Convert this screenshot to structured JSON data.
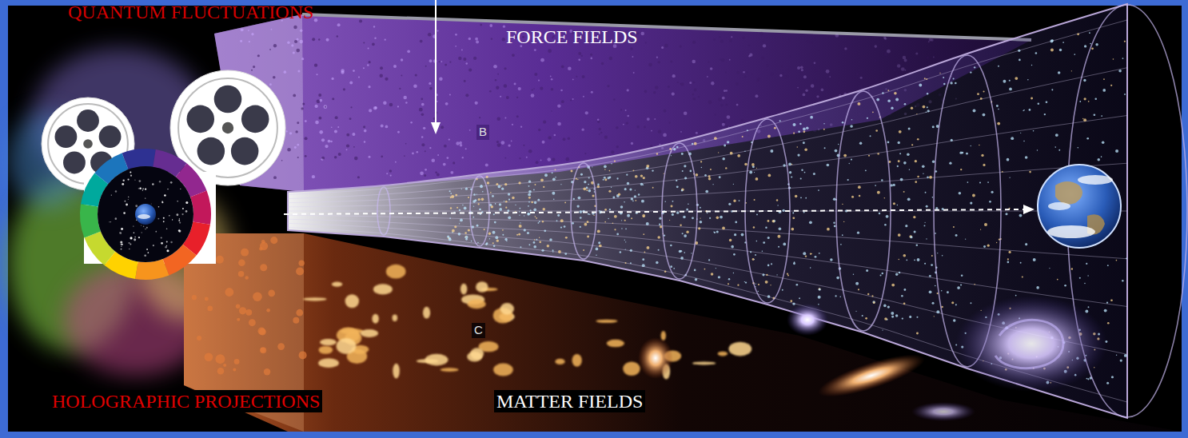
{
  "diagram": {
    "labels": [
      "QUANTUM FLUCTUATIONS",
      "FORCE FIELDS",
      "B",
      "C",
      "HOLOGRAPHIC PROJECTIONS",
      "MATTER FIELDS"
    ]
  }
}
